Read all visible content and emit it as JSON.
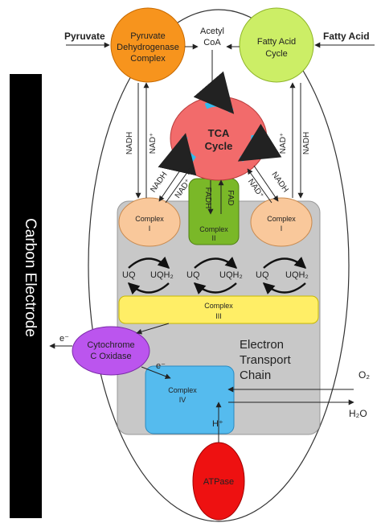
{
  "labels": {
    "carbon_electrode": "Carbon Electrode",
    "pyruvate": "Pyruvate",
    "fatty_acid": "Fatty Acid",
    "acetyl": "Acetyl",
    "coa": "CoA",
    "pdc_line1": "Pyruvate",
    "pdc_line2": "Dehydrogenase",
    "pdc_line3": "Complex",
    "fac_line1": "Fatty Acid",
    "fac_line2": "Cycle",
    "tca_line1": "TCA",
    "tca_line2": "Cycle",
    "nadh": "NADH",
    "nad_plus": "NAD⁺",
    "fadh": "FADH",
    "fad": "FAD",
    "complex": "Complex",
    "roman_1": "I",
    "roman_2": "II",
    "roman_3": "III",
    "roman_4": "IV",
    "uq": "UQ",
    "uqh2": "UQH₂",
    "e_minus": "e⁻",
    "cyto_line1": "Cytochrome",
    "cyto_line2": "C Oxidase",
    "etc_line1": "Electron",
    "etc_line2": "Transport",
    "etc_line3": "Chain",
    "o2": "O₂",
    "h2o": "H₂O",
    "h_plus": "H⁺",
    "atpase": "ATPase"
  },
  "colors": {
    "pdc": "#f7941d",
    "fac": "#ccee66",
    "tca": "#f26b6b",
    "tca_arrows": "#33bbee",
    "complex_1": "#f9c89b",
    "complex_2": "#7ab828",
    "complex_3": "#ffee66",
    "complex_4": "#55bbee",
    "cyto": "#bb55ee",
    "atpase": "#ee1111",
    "membrane": "#c8c8c8",
    "electrode": "#000000"
  }
}
